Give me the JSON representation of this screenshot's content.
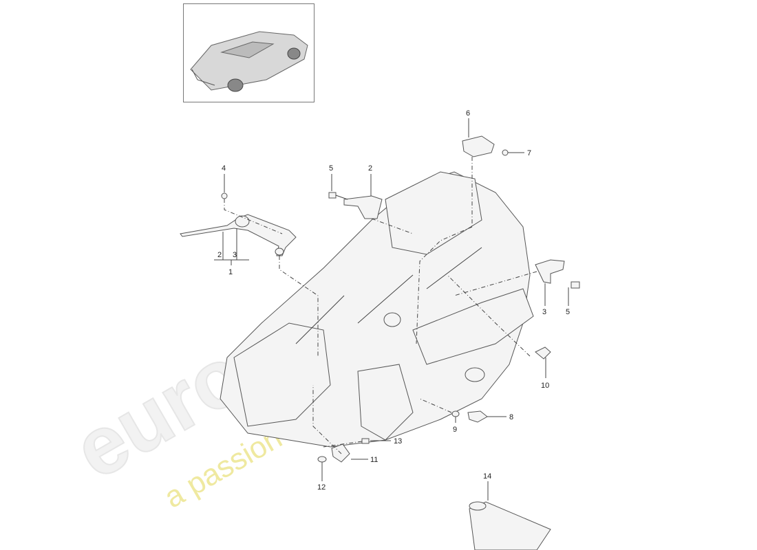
{
  "watermark": {
    "brand": "eurospares",
    "tagline": "a passion for parts since 1985"
  },
  "thumbnail": {
    "icon": "convertible-car-icon"
  },
  "callouts": [
    {
      "id": "c1",
      "text": "1"
    },
    {
      "id": "c2a",
      "text": "2"
    },
    {
      "id": "c2b",
      "text": "2"
    },
    {
      "id": "c3a",
      "text": "3"
    },
    {
      "id": "c3b",
      "text": "3"
    },
    {
      "id": "c4",
      "text": "4"
    },
    {
      "id": "c5a",
      "text": "5"
    },
    {
      "id": "c5b",
      "text": "5"
    },
    {
      "id": "c6",
      "text": "6"
    },
    {
      "id": "c7",
      "text": "7"
    },
    {
      "id": "c8",
      "text": "8"
    },
    {
      "id": "c9",
      "text": "9"
    },
    {
      "id": "c10",
      "text": "10"
    },
    {
      "id": "c11",
      "text": "11"
    },
    {
      "id": "c12",
      "text": "12"
    },
    {
      "id": "c13",
      "text": "13"
    },
    {
      "id": "c14",
      "text": "14"
    }
  ]
}
